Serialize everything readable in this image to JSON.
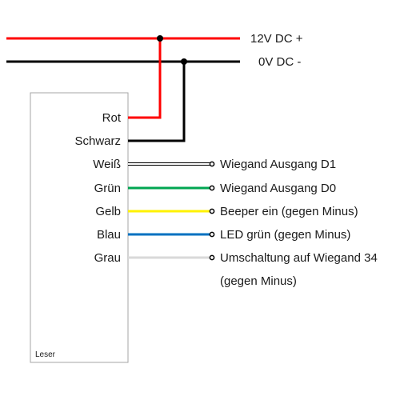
{
  "bus": {
    "positive": {
      "label": "12V DC +",
      "color": "#ff0000"
    },
    "negative": {
      "label": "0V DC -",
      "color": "#000000"
    }
  },
  "device": {
    "label": "Leser"
  },
  "wires": [
    {
      "id": "rot",
      "label": "Rot",
      "color": "#ff0000",
      "connects_to": "positive"
    },
    {
      "id": "schwarz",
      "label": "Schwarz",
      "color": "#000000",
      "connects_to": "negative"
    },
    {
      "id": "weiss",
      "label": "Weiß",
      "color": "#ffffff",
      "outline": "#000000",
      "target": "Wiegand Ausgang D1"
    },
    {
      "id": "gruen",
      "label": "Grün",
      "color": "#00a651",
      "target": "Wiegand Ausgang D0"
    },
    {
      "id": "gelb",
      "label": "Gelb",
      "color": "#fff200",
      "target": "Beeper ein (gegen Minus)"
    },
    {
      "id": "blau",
      "label": "Blau",
      "color": "#0070c0",
      "target": "LED grün (gegen Minus)"
    },
    {
      "id": "grau",
      "label": "Grau",
      "color": "#d9d9d9",
      "target": "Umschaltung auf Wiegand 34",
      "target_line2": "(gegen Minus)"
    }
  ]
}
